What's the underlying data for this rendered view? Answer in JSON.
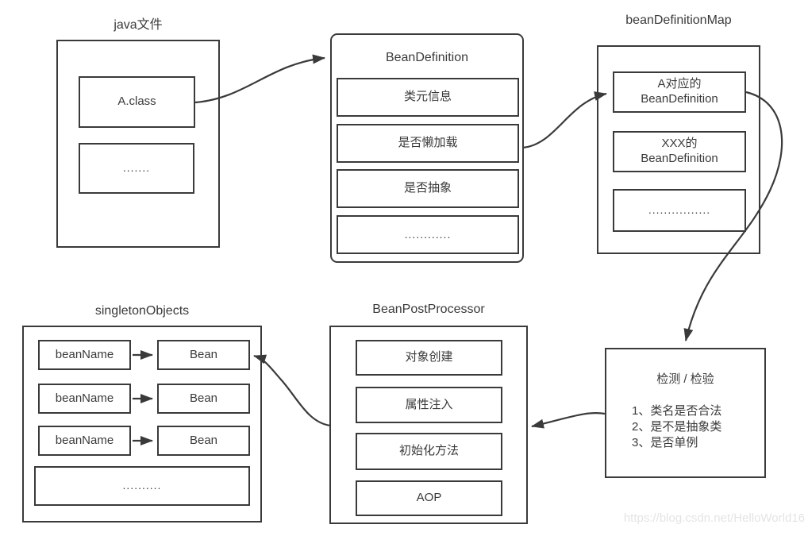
{
  "java_file": {
    "title": "java文件",
    "items": [
      "A.class",
      "......."
    ]
  },
  "bean_definition": {
    "title": "BeanDefinition",
    "items": [
      "类元信息",
      "是否懒加载",
      "是否抽象",
      "............"
    ]
  },
  "bean_definition_map": {
    "title": "beanDefinitionMap",
    "items": [
      "A对应的\nBeanDefinition",
      "XXX的\nBeanDefinition",
      "................"
    ]
  },
  "singleton_objects": {
    "title": "singletonObjects",
    "rows": [
      {
        "name": "beanName",
        "bean": "Bean"
      },
      {
        "name": "beanName",
        "bean": "Bean"
      },
      {
        "name": "beanName",
        "bean": "Bean"
      }
    ],
    "more": ".........."
  },
  "bean_post_processor": {
    "title": "BeanPostProcessor",
    "items": [
      "对象创建",
      "属性注入",
      "初始化方法",
      "AOP"
    ]
  },
  "check": {
    "title": "检测 / 检验",
    "items": "1、类名是否合法\n2、是不是抽象类\n3、是否单例"
  },
  "watermark": "https://blog.csdn.net/HelloWorld16",
  "colors": {
    "stroke": "#3a3a3a",
    "watermark": "#e4e4e4"
  }
}
